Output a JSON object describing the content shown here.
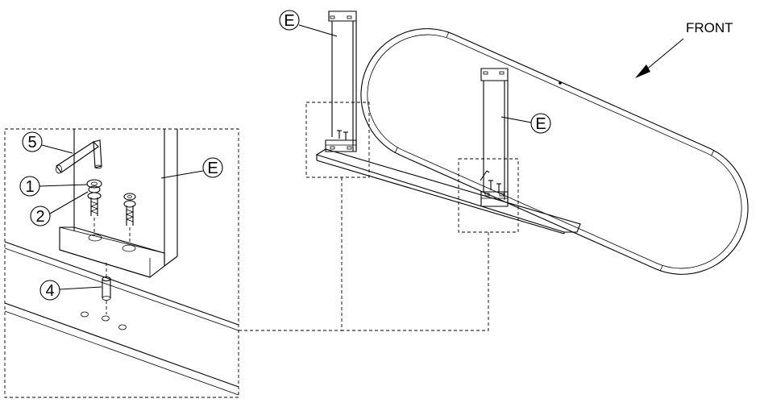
{
  "labels": {
    "direction": "FRONT",
    "part_e_top": "E",
    "part_e_right": "E",
    "part_e_detail": "E",
    "item_1": "1",
    "item_2": "2",
    "item_4": "4",
    "item_5": "5"
  }
}
